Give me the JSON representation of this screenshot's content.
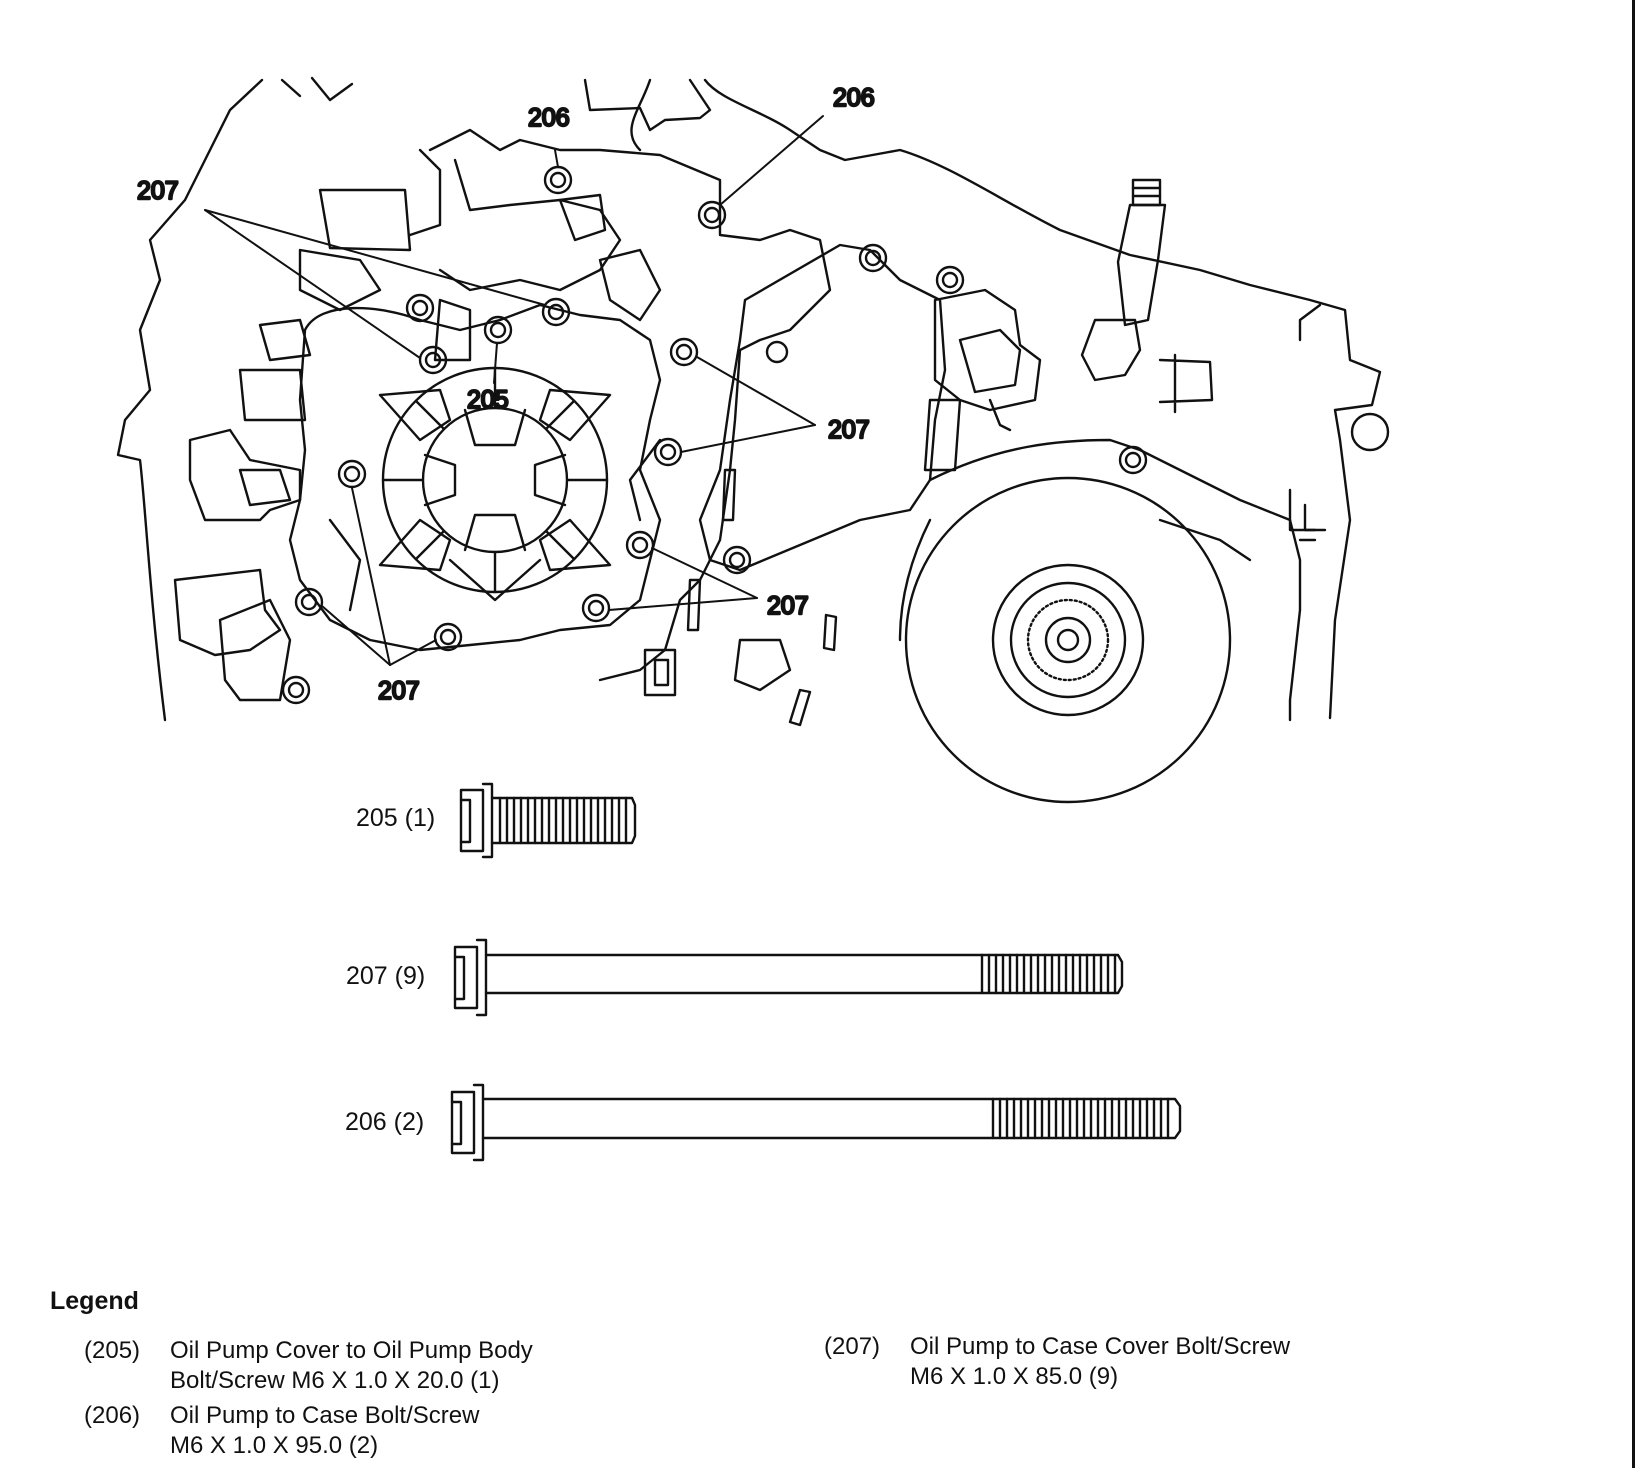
{
  "callouts": {
    "c206_top": "206",
    "c206_right": "206",
    "c207_upper_left": "207",
    "c205_center": "205",
    "c207_right": "207",
    "c207_lower_right": "207",
    "c207_bottom": "207"
  },
  "bolts": [
    {
      "label": "205 (1)"
    },
    {
      "label": "207 (9)"
    },
    {
      "label": "206 (2)"
    }
  ],
  "legend": {
    "title": "Legend",
    "items": [
      {
        "num": "(205)",
        "line1": "Oil Pump Cover to Oil Pump Body",
        "line2": "Bolt/Screw M6 X 1.0 X 20.0 (1)"
      },
      {
        "num": "(206)",
        "line1": "Oil Pump to Case Bolt/Screw",
        "line2": "M6 X 1.0 X 95.0 (2)"
      },
      {
        "num": "(207)",
        "line1": "Oil Pump to Case Cover Bolt/Screw",
        "line2": "M6 X 1.0 X 85.0 (9)"
      }
    ]
  }
}
